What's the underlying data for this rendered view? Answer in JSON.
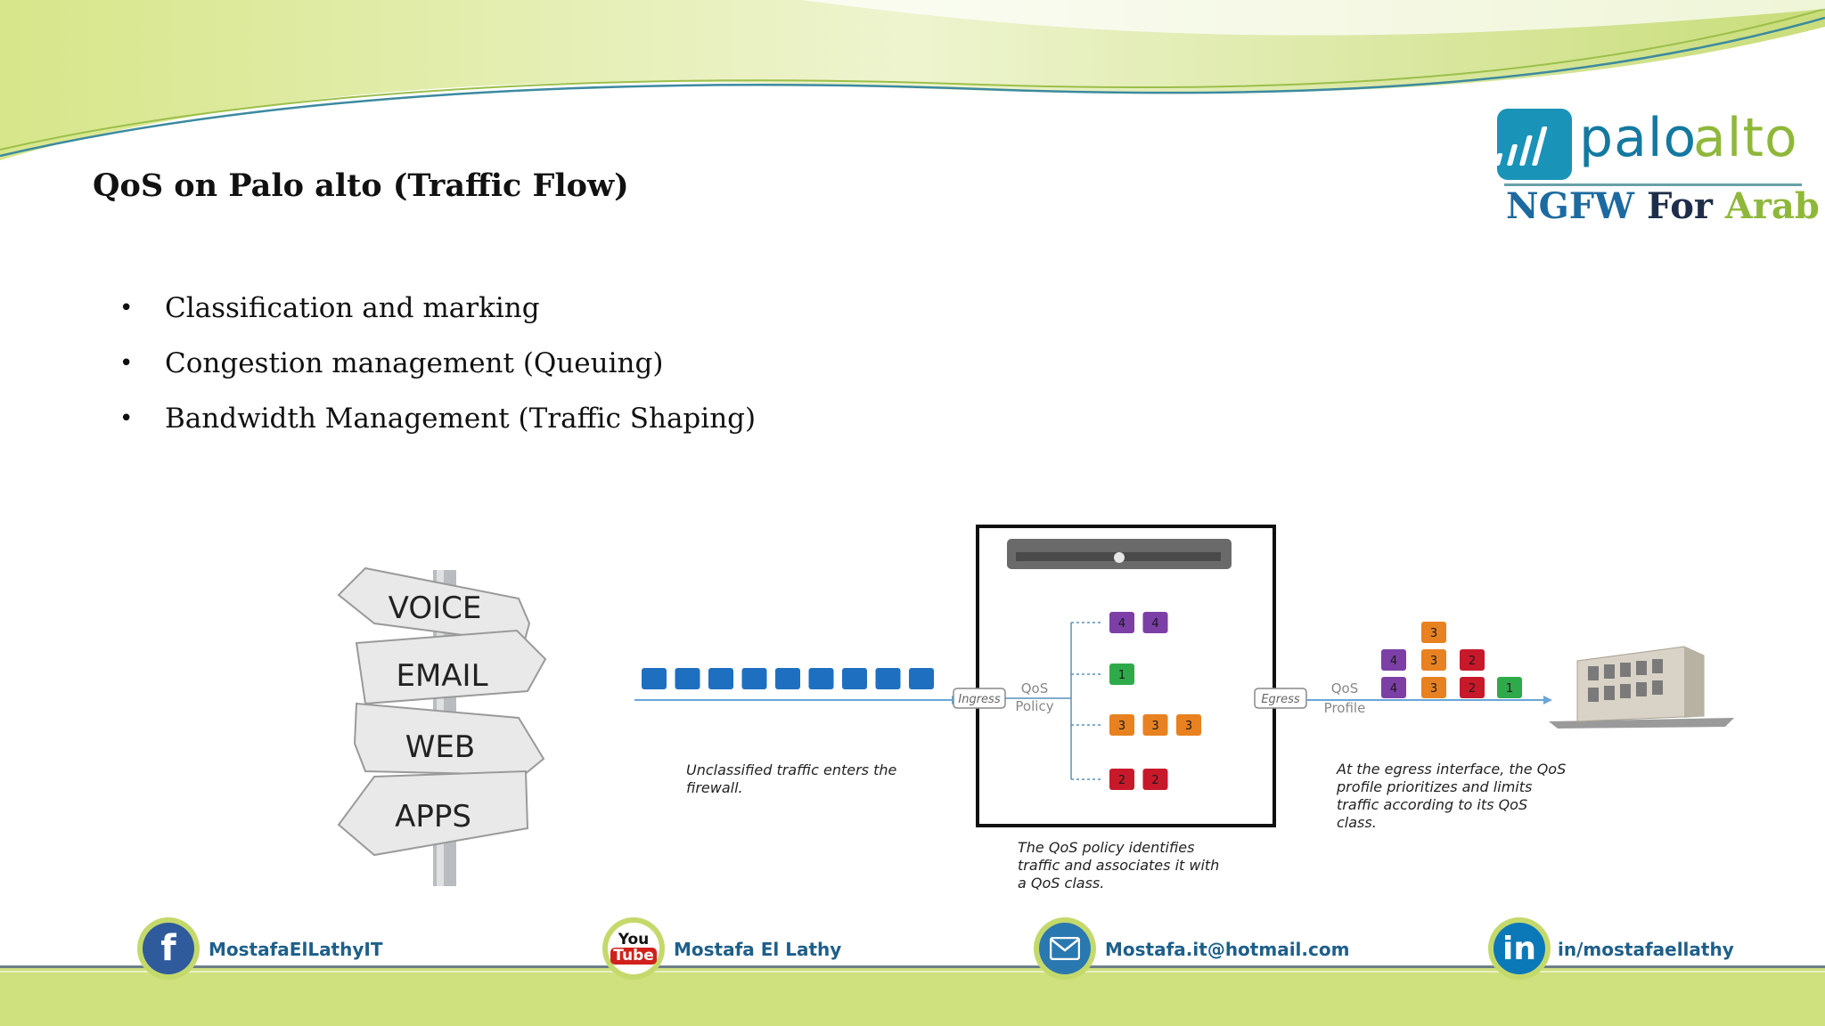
{
  "slide": {
    "title": "QoS on Palo alto (Traffic Flow)",
    "bullets": [
      "Classification and marking",
      "Congestion management (Queuing)",
      "Bandwidth Management (Traffic Shaping)"
    ]
  },
  "logo": {
    "word1": "palo",
    "word2": "alto",
    "tag_ngfw": "NGFW",
    "tag_for": "For",
    "tag_arab": "Arab"
  },
  "diagram": {
    "signpost": [
      "VOICE",
      "EMAIL",
      "WEB",
      "APPS"
    ],
    "ingress_label": "Ingress",
    "egress_label": "Egress",
    "qos_policy_label": [
      "QoS",
      "Policy"
    ],
    "qos_profile_label": [
      "QoS",
      "Profile"
    ],
    "queues": [
      {
        "class": "4",
        "count": 2,
        "color": "#7b3fa6"
      },
      {
        "class": "1",
        "count": 1,
        "color": "#2eaa4a"
      },
      {
        "class": "3",
        "count": 3,
        "color": "#e8811f"
      },
      {
        "class": "2",
        "count": 2,
        "color": "#c8192a"
      }
    ],
    "captions": {
      "unclassified": "Unclassified traffic enters the firewall.",
      "policy": "The QoS policy identifies traffic and associates it with a QoS class.",
      "egress": "At the egress interface, the QoS profile prioritizes and limits traffic according to its QoS class."
    }
  },
  "footer": {
    "facebook": "MostafaElLathyIT",
    "youtube": "Mostafa El Lathy",
    "youtube_icon_top": "You",
    "youtube_icon_bottom": "Tube",
    "email": "Mostafa.it@hotmail.com",
    "linkedin": "in/mostafaellathy",
    "linkedin_icon": "in"
  },
  "colors": {
    "accent_green": "#c4d96b",
    "accent_blue": "#1e5f8a",
    "packet_blue": "#1f6fc0"
  }
}
